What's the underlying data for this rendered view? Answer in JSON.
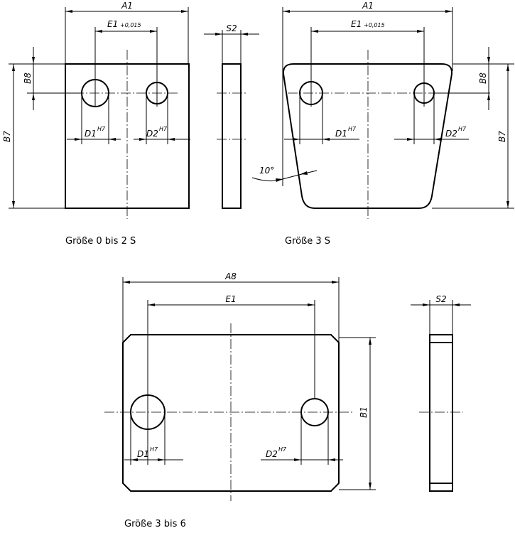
{
  "labels": {
    "A1": "A1",
    "A8": "A8",
    "S2": "S2",
    "B1": "B1",
    "B7": "B7",
    "B8": "B8",
    "E1": "E1",
    "E1_tol": "+0,015",
    "D1": "D1",
    "D2": "D2",
    "H7": "H7",
    "angle": "10°"
  },
  "captions": {
    "size_0_2S": "Größe 0 bis 2 S",
    "size_3S": "Größe 3 S",
    "size_3_6": "Größe 3 bis 6"
  }
}
